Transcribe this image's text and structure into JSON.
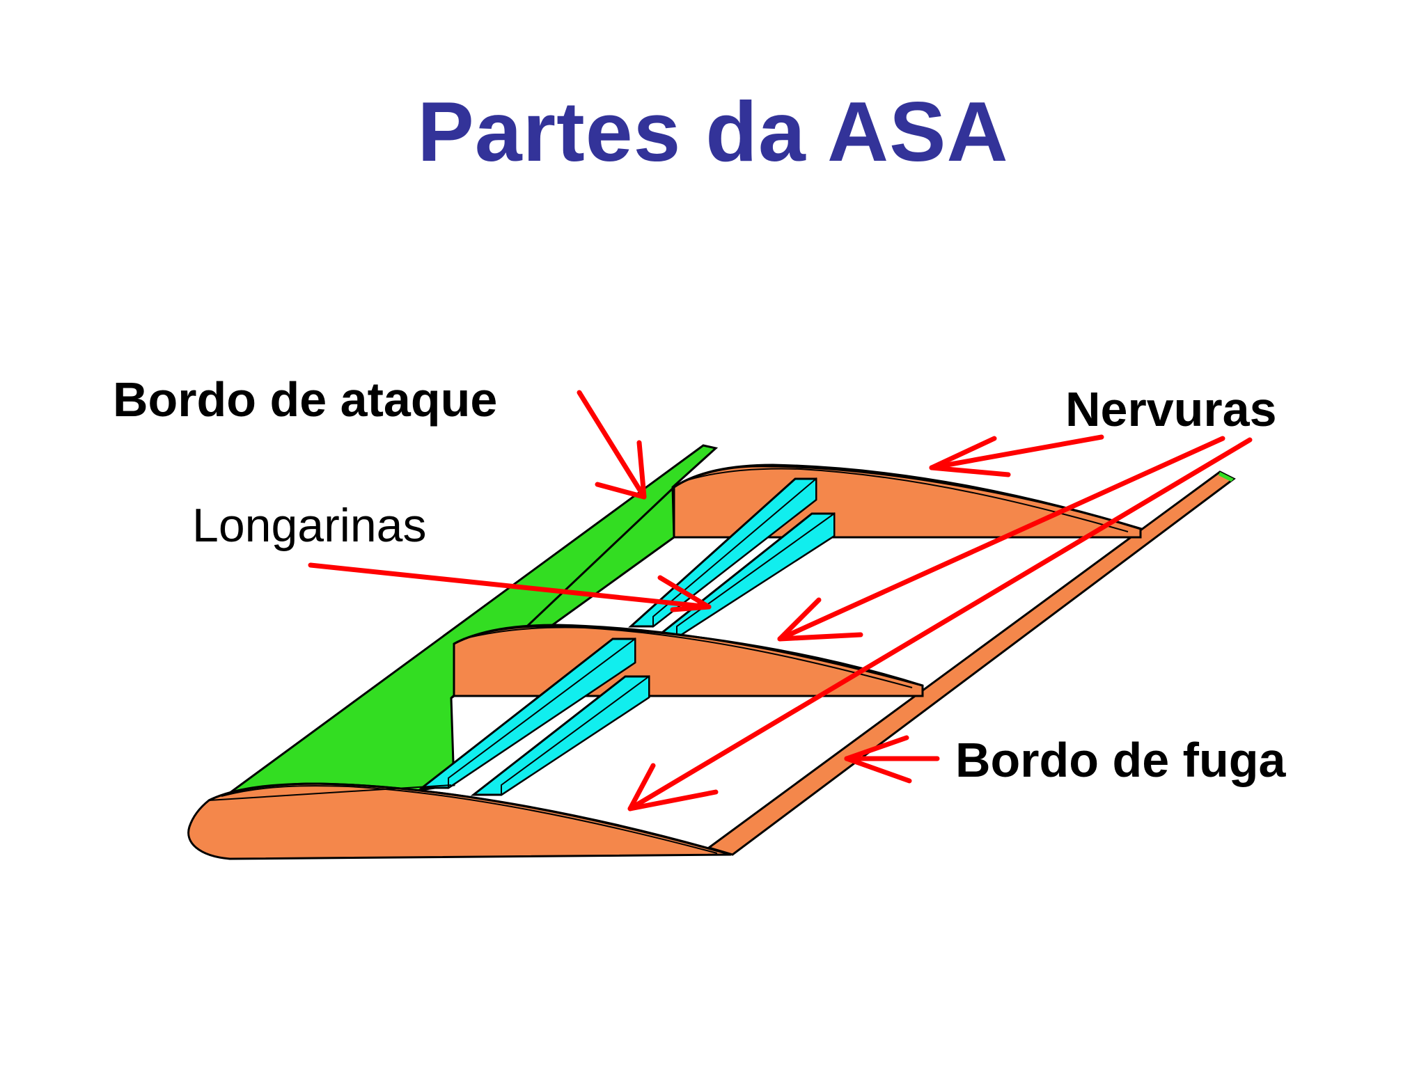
{
  "title": "Partes da ASA",
  "labels": {
    "leading_edge": "Bordo de ataque",
    "ribs": "Nervuras",
    "spars": "Longarinas",
    "trailing_edge": "Bordo de fuga"
  },
  "colors": {
    "title": "#333399",
    "rib": "#f4874b",
    "leading_edge": "#33dd22",
    "spar": "#11eeee",
    "arrow": "#ff0000",
    "outline": "#000000"
  }
}
